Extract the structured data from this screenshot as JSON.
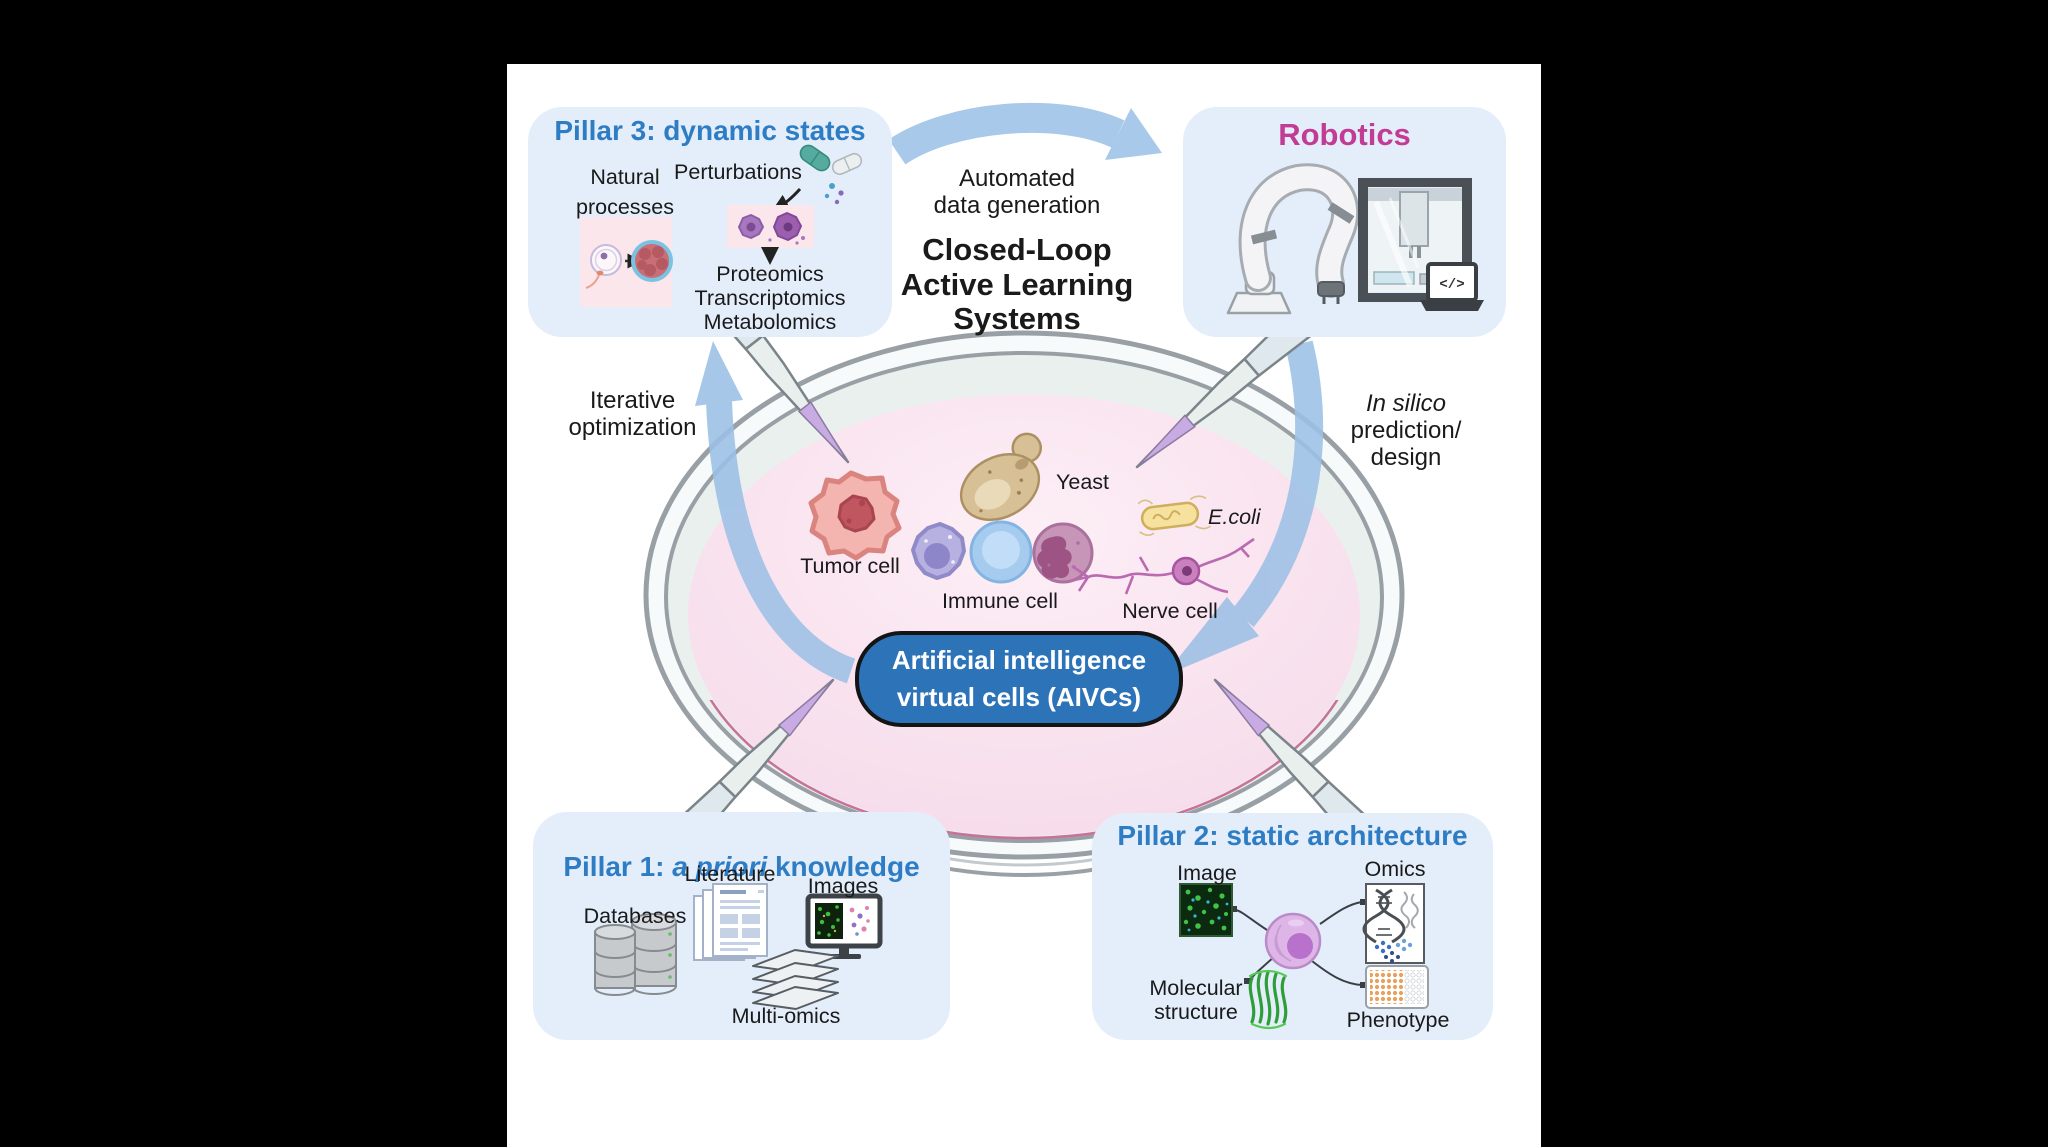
{
  "pillar3": {
    "title": "Pillar 3: dynamic states",
    "natural": "Natural\nprocesses",
    "perturbations": "Perturbations",
    "omics": "Proteomics\nTranscriptomics\nMetabolomics"
  },
  "loop": {
    "automated": "Automated\ndata generation",
    "closed": "Closed-Loop\nActive Learning\nSystems",
    "iterative": "Iterative\noptimization",
    "insilico_italic": "In silico",
    "insilico_rest": "prediction/\ndesign"
  },
  "robotics": {
    "title": "Robotics",
    "code": "</>"
  },
  "dish": {
    "yeast": "Yeast",
    "ecoli": "E.coli",
    "tumor": "Tumor cell",
    "immune": "Immune cell",
    "nerve": "Nerve cell"
  },
  "badge": {
    "label": "Artificial intelligence\nvirtual cells (AIVCs)"
  },
  "pillar1": {
    "title_pre": "Pillar 1: ",
    "title_italic": "a priori",
    "title_post": " knowledge",
    "literature": "Literature",
    "databases": "Databases",
    "images": "Images",
    "multiomics": "Multi-omics"
  },
  "pillar2": {
    "title": "Pillar 2: static architecture",
    "image": "Image",
    "omics": "Omics",
    "molecular": "Molecular\nstructure",
    "phenotype": "Phenotype"
  },
  "colors": {
    "accent_blue": "#2e7dc4",
    "magenta": "#c23c95",
    "badge_blue": "#2c73b8",
    "box_bg": "#e4eefa",
    "arrow_blue": "#a9c9ea"
  }
}
